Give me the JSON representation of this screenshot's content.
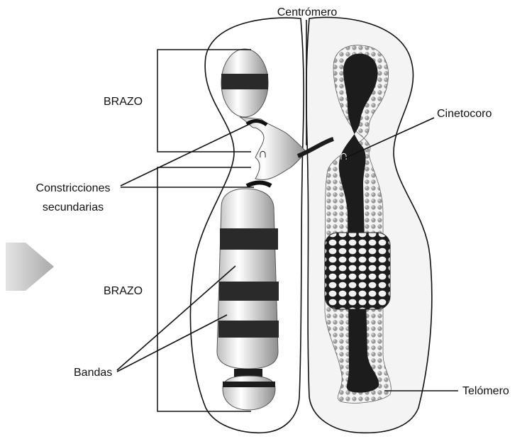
{
  "labels": {
    "centromere": "Centrómero",
    "arm_upper": "BRAZO",
    "arm_lower": "BRAZO",
    "kinetochore": "Cinetocoro",
    "secondary_constrictions_line1": "Constricciones",
    "secondary_constrictions_line2": "secundarias",
    "bands": "Bandas",
    "telomere": "Telómero"
  },
  "colors": {
    "outline": "#111111",
    "band": "#2a2a2a",
    "chromatid_light": "#e9e9e9",
    "chromatid_dark": "#1c1c1c",
    "envelope_fill": "#f4f4f4",
    "arrow": "#c8c8c8"
  }
}
